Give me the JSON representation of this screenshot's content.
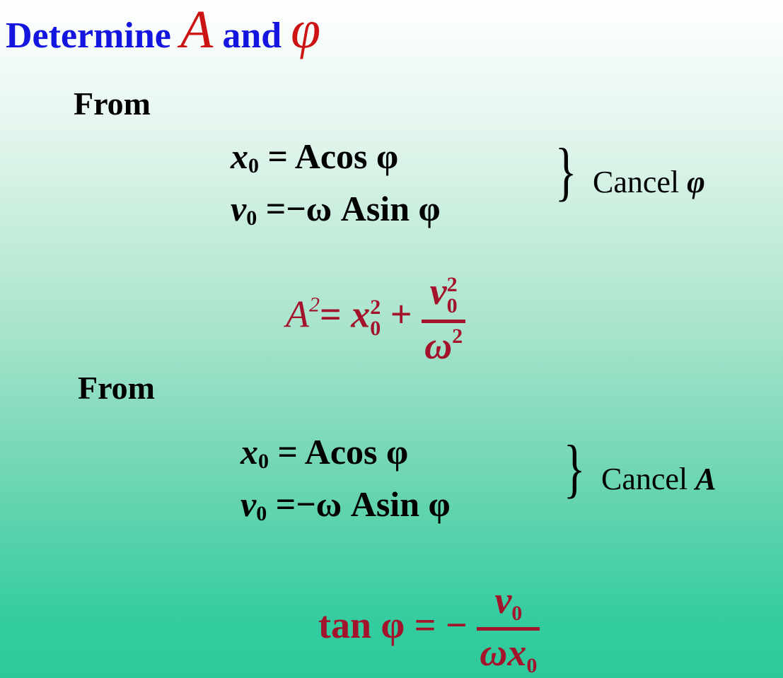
{
  "title": {
    "prefix": "Determine",
    "var1": "A",
    "mid": "and",
    "var2": "φ"
  },
  "section1": {
    "from_label": "From",
    "eq1": {
      "lhs": "x",
      "sub": "0",
      "rhs": "= Acos φ"
    },
    "eq2": {
      "lhs": "v",
      "sub": "0",
      "rhs": "=−ω Asin φ"
    },
    "brace": "}",
    "cancel_label": "Cancel",
    "cancel_symbol": "φ",
    "result": {
      "lhs": "A",
      "lhs_sup": "2",
      "eq": "=",
      "x": "x",
      "x_sub": "0",
      "x_sup": "2",
      "plus": "+",
      "num": "v",
      "num_sub": "0",
      "num_sup": "2",
      "den": "ω",
      "den_sup": "2"
    }
  },
  "section2": {
    "from_label": "From",
    "eq1": {
      "lhs": "x",
      "sub": "0",
      "rhs": "= Acos φ"
    },
    "eq2": {
      "lhs": "v",
      "sub": "0",
      "rhs": "=−ω Asin φ"
    },
    "brace": "}",
    "cancel_label": "Cancel",
    "cancel_symbol": "A",
    "result": {
      "lhs": "tan φ",
      "eq": "= −",
      "num": "v",
      "num_sub": "0",
      "den": "ωx",
      "den_sub": "0"
    }
  },
  "colors": {
    "title_blue": "#1515e0",
    "variable_red": "#cc1414",
    "result_maroon": "#a3142c",
    "bg_top": "#ffffff",
    "bg_bottom": "#2ec99b"
  }
}
